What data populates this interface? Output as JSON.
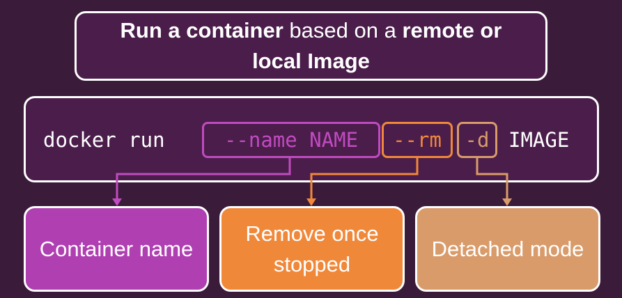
{
  "title": {
    "part1": "Run a container",
    "part2": " based on a ",
    "part3": "remote or local Image"
  },
  "command": {
    "prefix": "docker run",
    "flag_name": "--name NAME",
    "flag_rm": "--rm",
    "flag_d": "-d",
    "suffix": "IMAGE"
  },
  "cards": [
    {
      "label": "Container name"
    },
    {
      "label": "Remove once stopped"
    },
    {
      "label": "Detached mode"
    }
  ],
  "colors": {
    "background": "#3b1b3a",
    "panel": "#4a1d4a",
    "name": "#c04bc0",
    "rm": "#f0883a",
    "detached": "#d99b6a"
  }
}
